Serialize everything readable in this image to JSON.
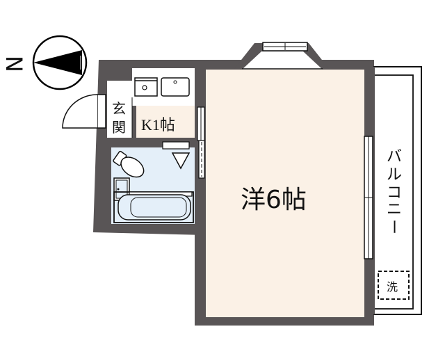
{
  "compass": {
    "north_label": "N",
    "icon": "compass-north-arrow-icon"
  },
  "rooms": {
    "main_room": {
      "label": "洋6帖",
      "type": "western-style room",
      "size_jo": 6
    },
    "kitchen": {
      "label": "K1帖",
      "type": "kitchen",
      "size_jo": 1
    },
    "entrance": {
      "label": "玄関",
      "label_chars": [
        "玄",
        "関"
      ]
    },
    "balcony": {
      "label": "バルコニー",
      "label_chars": [
        "バ",
        "ル",
        "コ",
        "ニ",
        "ー"
      ]
    },
    "bathroom": {
      "label": ""
    },
    "laundry": {
      "label": "洗"
    }
  },
  "fixtures": {
    "stove": "stove-icon",
    "sink": "sink-icon",
    "toilet": "toilet-icon",
    "bathtub": "bathtub-icon",
    "washbasin": "washbasin-icon",
    "entrance_door": "door-swing-icon",
    "bay_window": "window-icon",
    "balcony_sliding_door": "sliding-door-icon",
    "laundry_space": "washing-machine-space-icon"
  },
  "colors": {
    "wall": "#595556",
    "main_floor": "#fbf1e6",
    "kitchen_floor": "#fbf1e6",
    "bath_floor": "#e4eff9",
    "line": "#111111",
    "background": "#ffffff"
  }
}
